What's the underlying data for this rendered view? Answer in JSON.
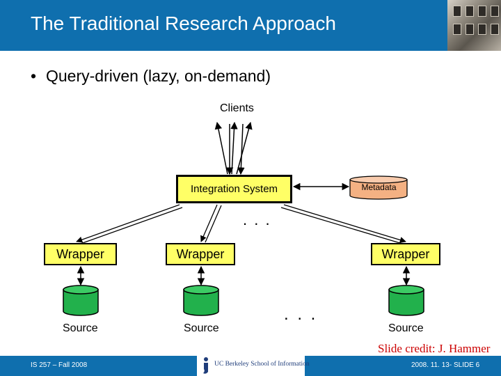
{
  "slide": {
    "title": "The Traditional Research Approach",
    "bullet": "Query-driven (lazy, on-demand)"
  },
  "diagram": {
    "clients_label": "Clients",
    "integration_label": "Integration System",
    "metadata_label": "Metadata",
    "wrappers": [
      "Wrapper",
      "Wrapper",
      "Wrapper"
    ],
    "sources": [
      "Source",
      "Source",
      "Source"
    ],
    "ellipsis_upper": ". . .",
    "ellipsis_lower": ". . .",
    "colors": {
      "box_fill": "#ffff66",
      "db_fill": "#22b14c",
      "metadata_fill": "#f4b183"
    }
  },
  "credit": "Slide credit: J. Hammer",
  "footer": {
    "left": "IS 257 – Fall 2008",
    "right": "2008. 11. 13- SLIDE 6",
    "logo_text": "UC Berkeley School of Information",
    "logo_icon": "ischool-logo-icon"
  },
  "theme": {
    "header_color": "#0f6fae",
    "credit_color": "#cc0000"
  }
}
